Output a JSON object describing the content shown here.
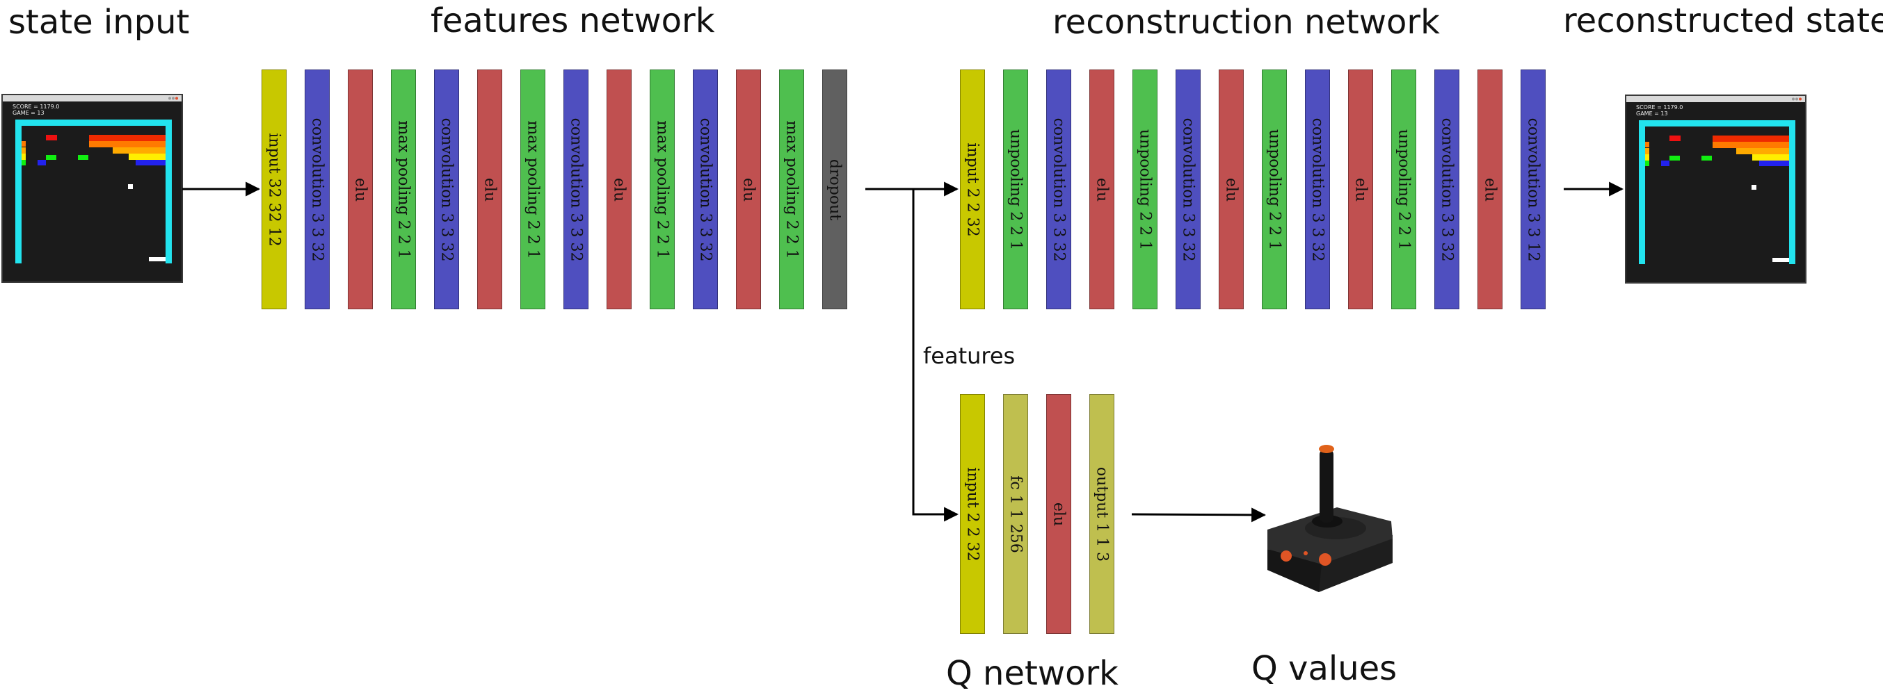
{
  "titles": {
    "state_input": "state input",
    "features_network": "features network",
    "reconstruction_network": "reconstruction network",
    "reconstructed_state": "reconstructed state",
    "features": "features",
    "q_network": "Q network",
    "q_values": "Q values"
  },
  "colors": {
    "input": "#c8c800",
    "convolution": "#4f4fbf",
    "elu": "#c05050",
    "pooling": "#4fbf4f",
    "dropout": "#606060",
    "fc": "#bfbf4f",
    "game_border": "#22e3ee"
  },
  "features_network": [
    {
      "label": "input 32 32 12",
      "kind": "input"
    },
    {
      "label": "convolution 3 3 32",
      "kind": "convolution"
    },
    {
      "label": "elu",
      "kind": "elu"
    },
    {
      "label": "max pooling 2 2 1",
      "kind": "pooling"
    },
    {
      "label": "convolution 3 3 32",
      "kind": "convolution"
    },
    {
      "label": "elu",
      "kind": "elu"
    },
    {
      "label": "max pooling 2 2 1",
      "kind": "pooling"
    },
    {
      "label": "convolution 3 3 32",
      "kind": "convolution"
    },
    {
      "label": "elu",
      "kind": "elu"
    },
    {
      "label": "max pooling 2 2 1",
      "kind": "pooling"
    },
    {
      "label": "convolution 3 3 32",
      "kind": "convolution"
    },
    {
      "label": "elu",
      "kind": "elu"
    },
    {
      "label": "max pooling 2 2 1",
      "kind": "pooling"
    },
    {
      "label": "dropout",
      "kind": "dropout"
    }
  ],
  "reconstruction_network": [
    {
      "label": "input 2 2 32",
      "kind": "input"
    },
    {
      "label": "unpooling 2 2 1",
      "kind": "pooling"
    },
    {
      "label": "convolution 3 3 32",
      "kind": "convolution"
    },
    {
      "label": "elu",
      "kind": "elu"
    },
    {
      "label": "unpooling 2 2 1",
      "kind": "pooling"
    },
    {
      "label": "convolution 3 3 32",
      "kind": "convolution"
    },
    {
      "label": "elu",
      "kind": "elu"
    },
    {
      "label": "unpooling 2 2 1",
      "kind": "pooling"
    },
    {
      "label": "convolution 3 3 32",
      "kind": "convolution"
    },
    {
      "label": "elu",
      "kind": "elu"
    },
    {
      "label": "unpooling 2 2 1",
      "kind": "pooling"
    },
    {
      "label": "convolution 3 3 32",
      "kind": "convolution"
    },
    {
      "label": "elu",
      "kind": "elu"
    },
    {
      "label": "convolution 3 3 12",
      "kind": "convolution"
    }
  ],
  "q_network": [
    {
      "label": "input 2 2 32",
      "kind": "input"
    },
    {
      "label": "fc 1 1 256",
      "kind": "fc"
    },
    {
      "label": "elu",
      "kind": "elu"
    },
    {
      "label": "output 1 1 3",
      "kind": "fc"
    }
  ],
  "game_screens": [
    {
      "score": "SCORE = 1179.0",
      "game": "GAME = 13"
    },
    {
      "score": "SCORE = 1179.0",
      "game": "GAME = 13"
    }
  ],
  "icons": {
    "state_screenshot": "breakout-game-screenshot",
    "reconstructed_screenshot": "breakout-game-screenshot",
    "q_values": "joystick-icon"
  }
}
